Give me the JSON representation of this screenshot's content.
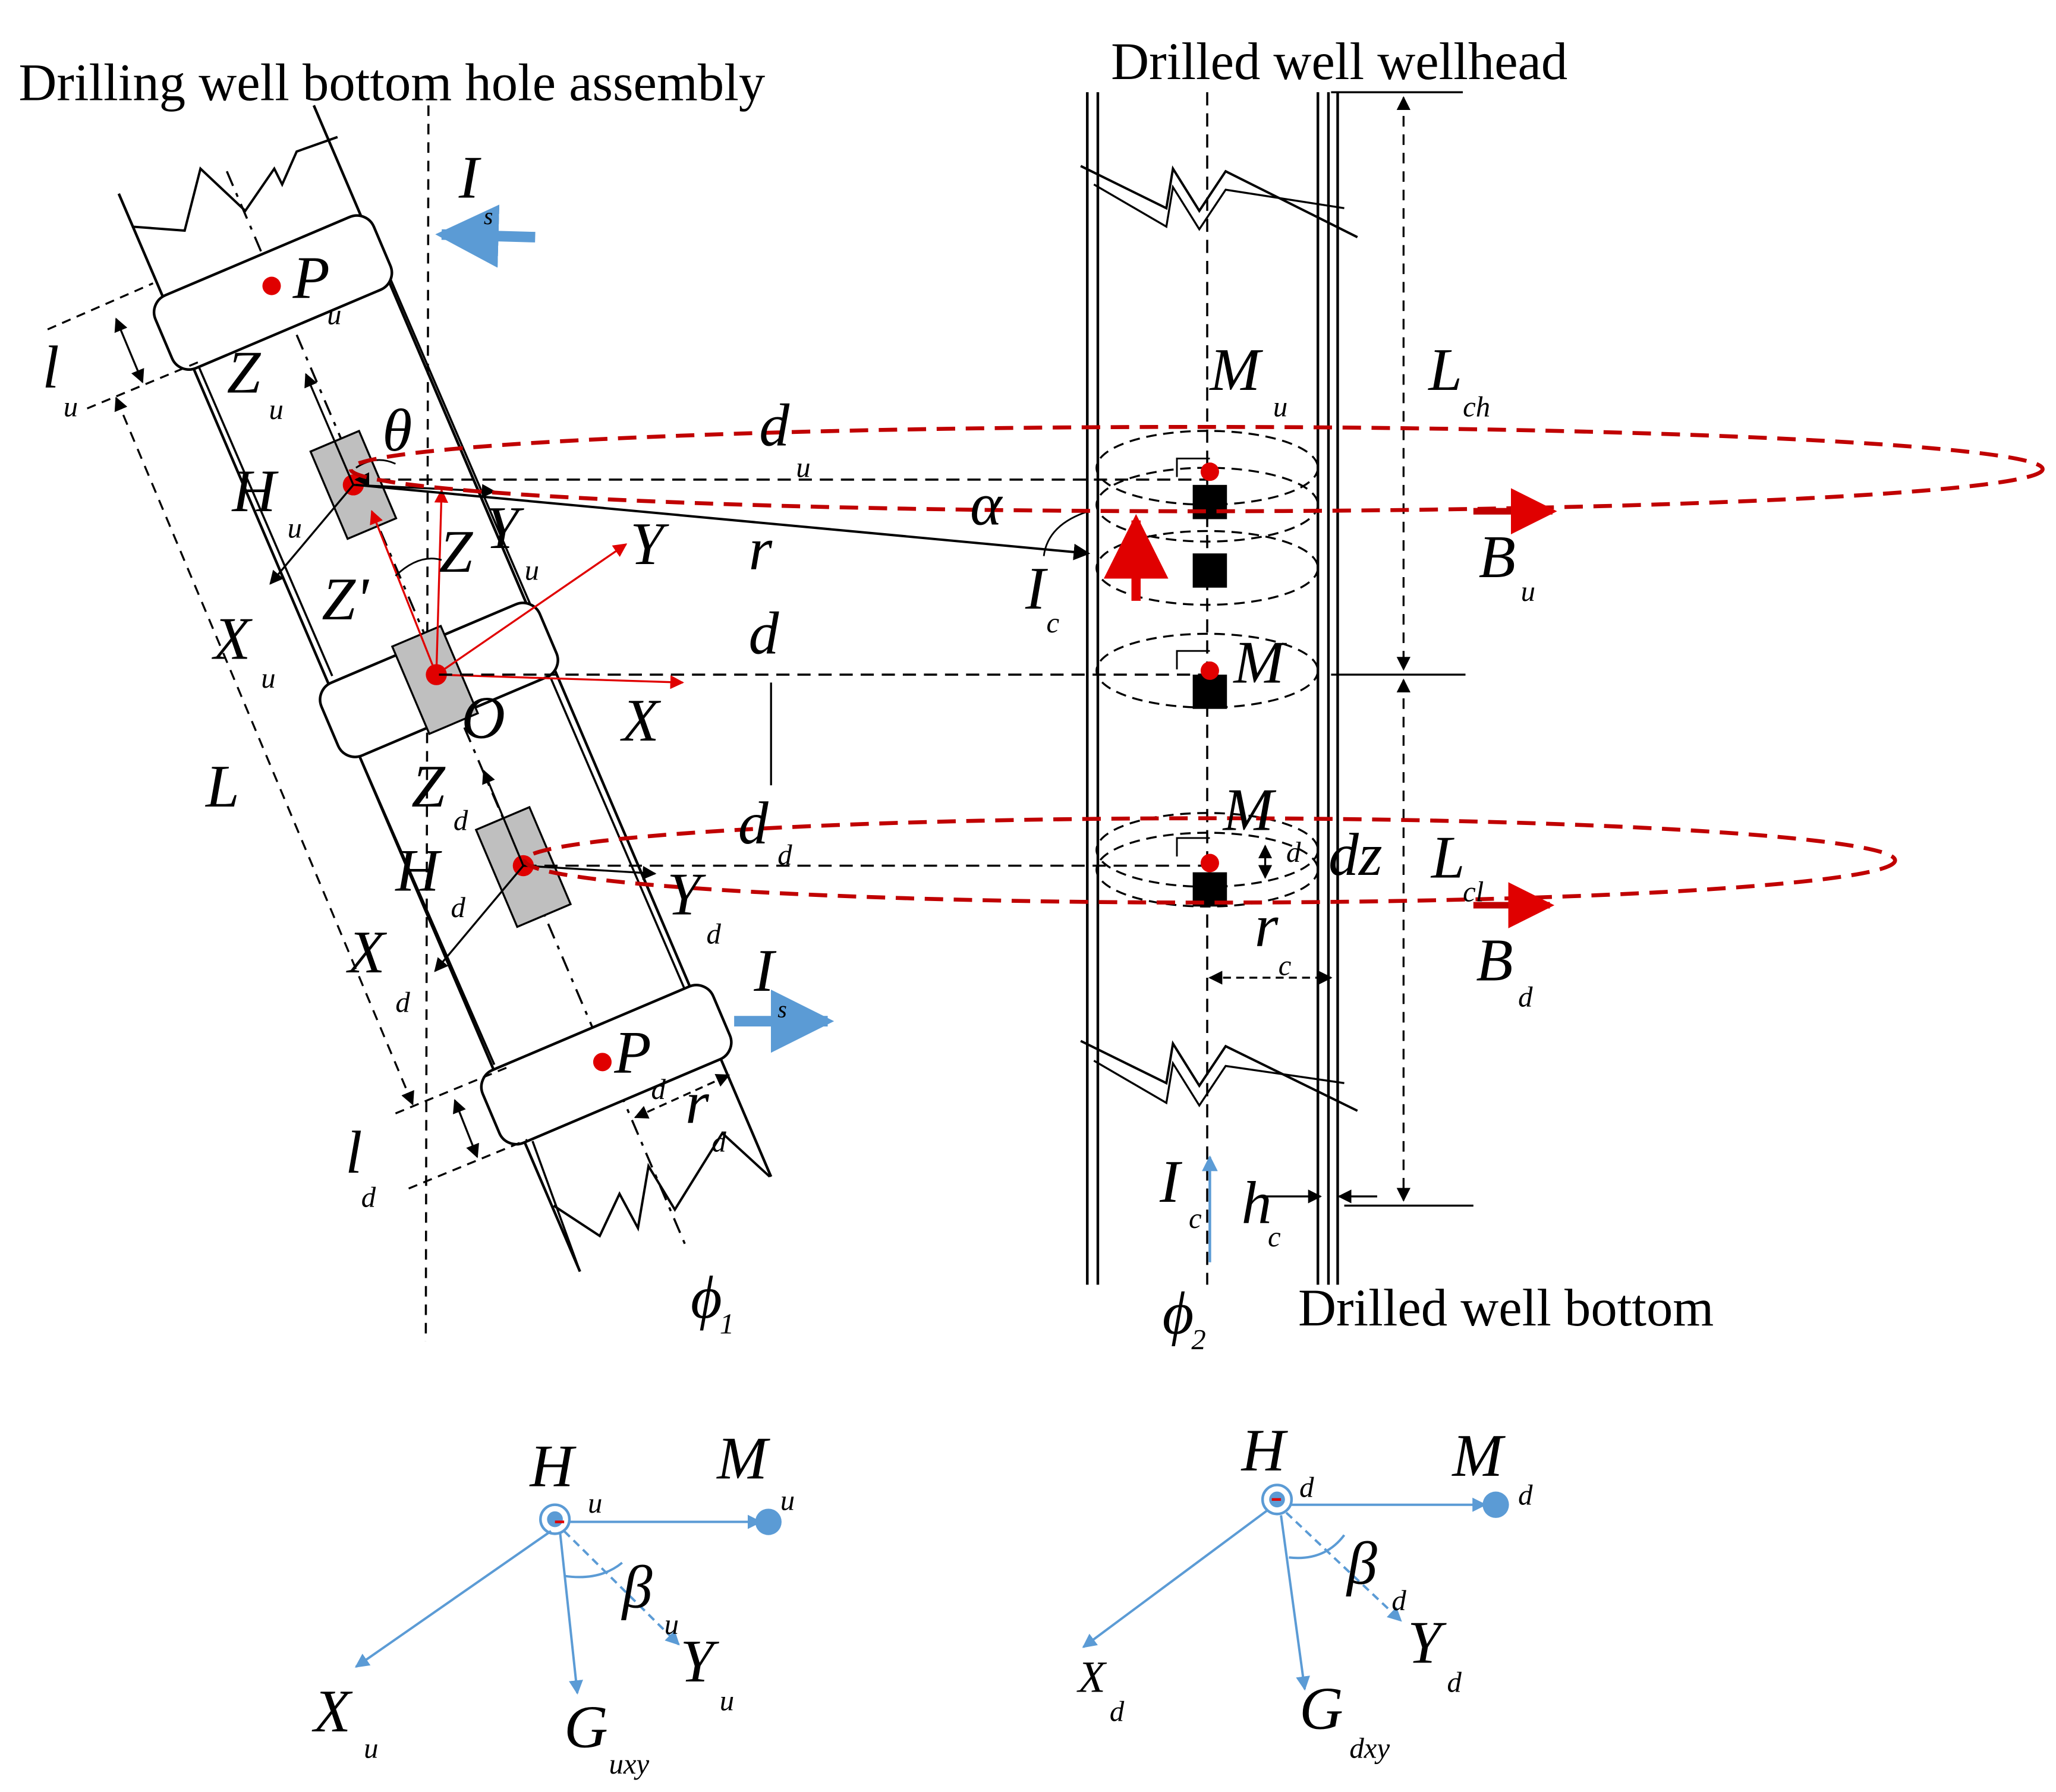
{
  "titles": {
    "drilling_bha": "Drilling well bottom hole assembly",
    "wellhead": "Drilled well wellhead",
    "well_bottom": "Drilled well bottom"
  },
  "symbols": {
    "I": "I",
    "s": "s",
    "P": "P",
    "u": "u",
    "d": "d",
    "l": "l",
    "Z": "Z",
    "H": "H",
    "X": "X",
    "Y": "Y",
    "L": "L",
    "Zp": "Z'",
    "O": "O",
    "theta": "θ",
    "r": "r",
    "alpha": "α",
    "c": "c",
    "M": "M",
    "B": "B",
    "ch": "ch",
    "cl": "cl",
    "dz": "dz",
    "h": "h",
    "phi": "ϕ",
    "one": "1",
    "two": "2",
    "beta": "β",
    "G": "G",
    "uxy": "uxy",
    "dxy": "dxy"
  },
  "colors": {
    "red": "#e00000",
    "dark_red": "#c00000",
    "blue": "#5b9bd5",
    "gray": "#bfbfbf",
    "black": "#000000"
  }
}
